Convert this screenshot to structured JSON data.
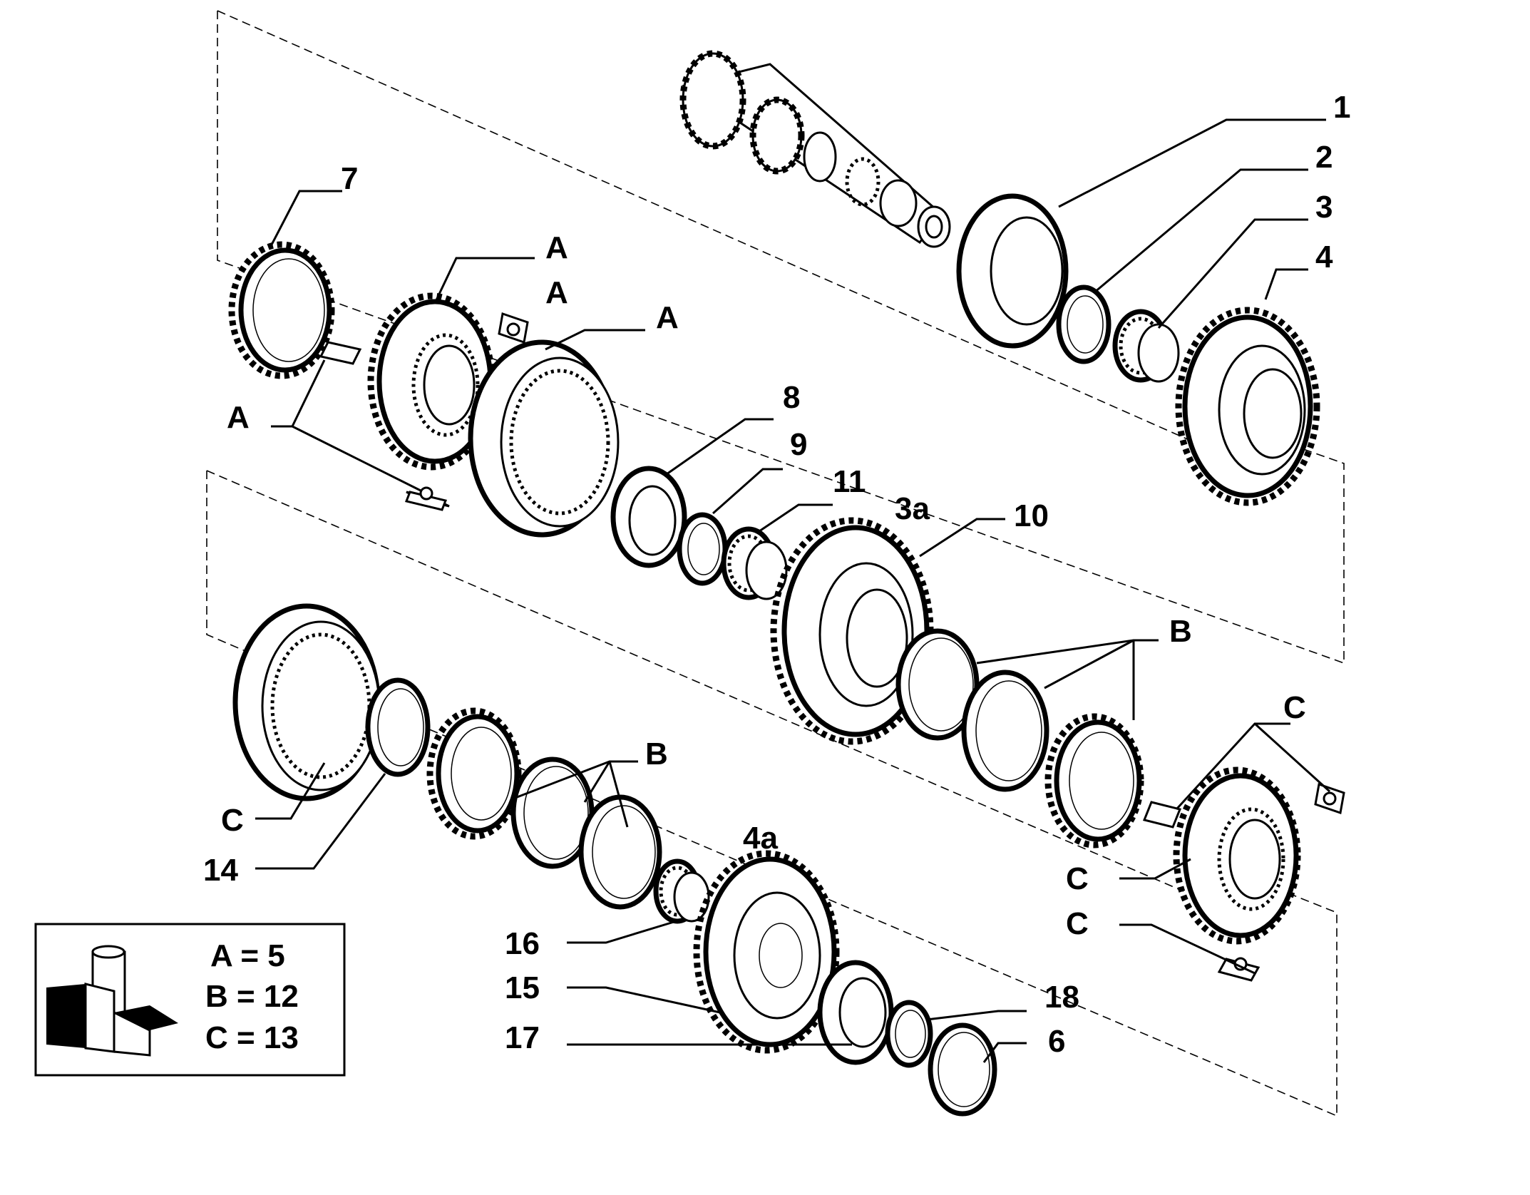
{
  "callouts": {
    "c1": "1",
    "c2": "2",
    "c3": "3",
    "c4": "4",
    "c7": "7",
    "c8": "8",
    "c9": "9",
    "c10": "10",
    "c11": "11",
    "c3a": "3a",
    "c4a": "4a",
    "c14": "14",
    "c15": "15",
    "c16": "16",
    "c17": "17",
    "c18": "18",
    "c6": "6",
    "a1": "A",
    "a2": "A",
    "a3": "A",
    "a4": "A",
    "b1": "B",
    "b2": "B",
    "cc1": "C",
    "cc2": "C",
    "cc3": "C",
    "cc4": "C"
  },
  "legend": {
    "a": "A = 5",
    "b": "B = 12",
    "c": "C = 13"
  }
}
